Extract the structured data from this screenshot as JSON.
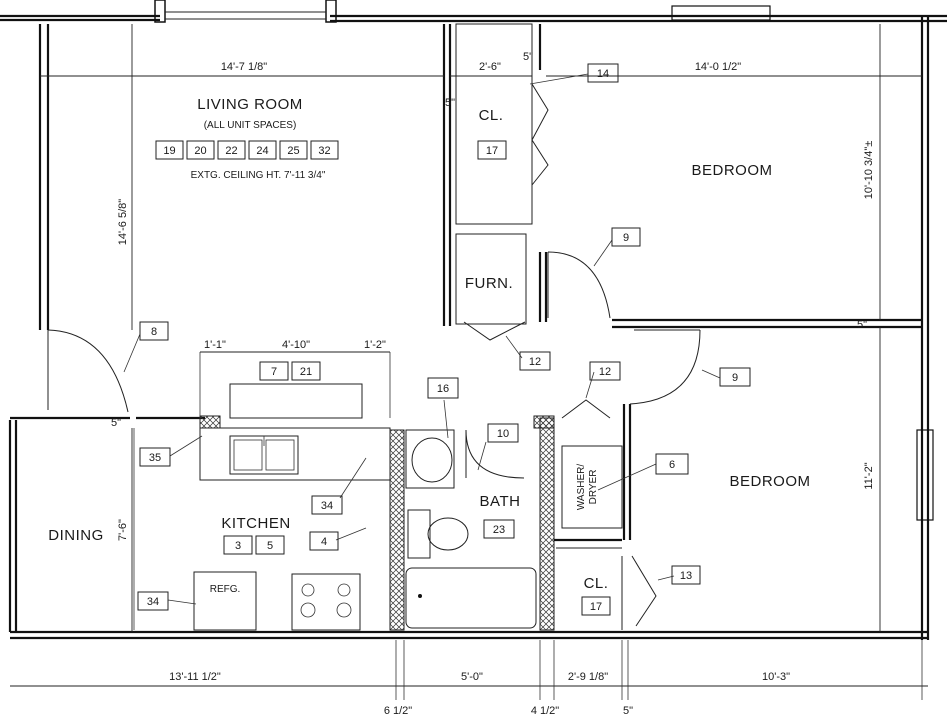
{
  "rooms": {
    "living": "LIVING ROOM",
    "living_sub": "(ALL UNIT SPACES)",
    "living_ceiling": "EXTG. CEILING HT. 7'-11 3/4\"",
    "bedroom1": "BEDROOM",
    "bedroom2": "BEDROOM",
    "closet1": "CL.",
    "closet2": "CL.",
    "furnace": "FURN.",
    "bath": "BATH",
    "kitchen": "KITCHEN",
    "dining": "DINING",
    "washer_dryer_line1": "WASHER/",
    "washer_dryer_line2": "DRYER",
    "refrigerator": "REFG."
  },
  "living_tags": [
    "19",
    "20",
    "22",
    "24",
    "25",
    "32"
  ],
  "kitchen_tags": [
    "3",
    "5"
  ],
  "counter_tags": [
    "7",
    "21"
  ],
  "tags": {
    "closet1": "17",
    "closet2": "17",
    "bath": "23",
    "t14": "14",
    "t9a": "9",
    "t9b": "9",
    "t8": "8",
    "t12a": "12",
    "t12b": "12",
    "t16": "16",
    "t10": "10",
    "t35": "35",
    "t34a": "34",
    "t34b": "34",
    "t4": "4",
    "t6": "6",
    "t13": "13"
  },
  "dimensions": {
    "living_width": "14'-7 1/8\"",
    "living_depth": "14'-6 5/8\"",
    "closet_width": "2'-6\"",
    "five_a": "5\"",
    "five_b": "5\"",
    "five_c": "5\"",
    "five_d": "5\"",
    "bedroom1_width": "14'-0 1/2\"",
    "bedroom1_depth": "10'-10 3/4\"±",
    "bedroom2_depth": "11'-2\"",
    "counter_left": "1'-1\"",
    "counter_mid": "4'-10\"",
    "counter_right": "1'-2\"",
    "dining_depth": "7'-6\"",
    "bottom_1": "13'-11 1/2\"",
    "bottom_2": "5'-0\"",
    "bottom_3": "2'-9 1/8\"",
    "bottom_4": "10'-3\"",
    "wall_1": "6 1/2\"",
    "wall_2": "4 1/2\"",
    "wall_3": "5\""
  }
}
